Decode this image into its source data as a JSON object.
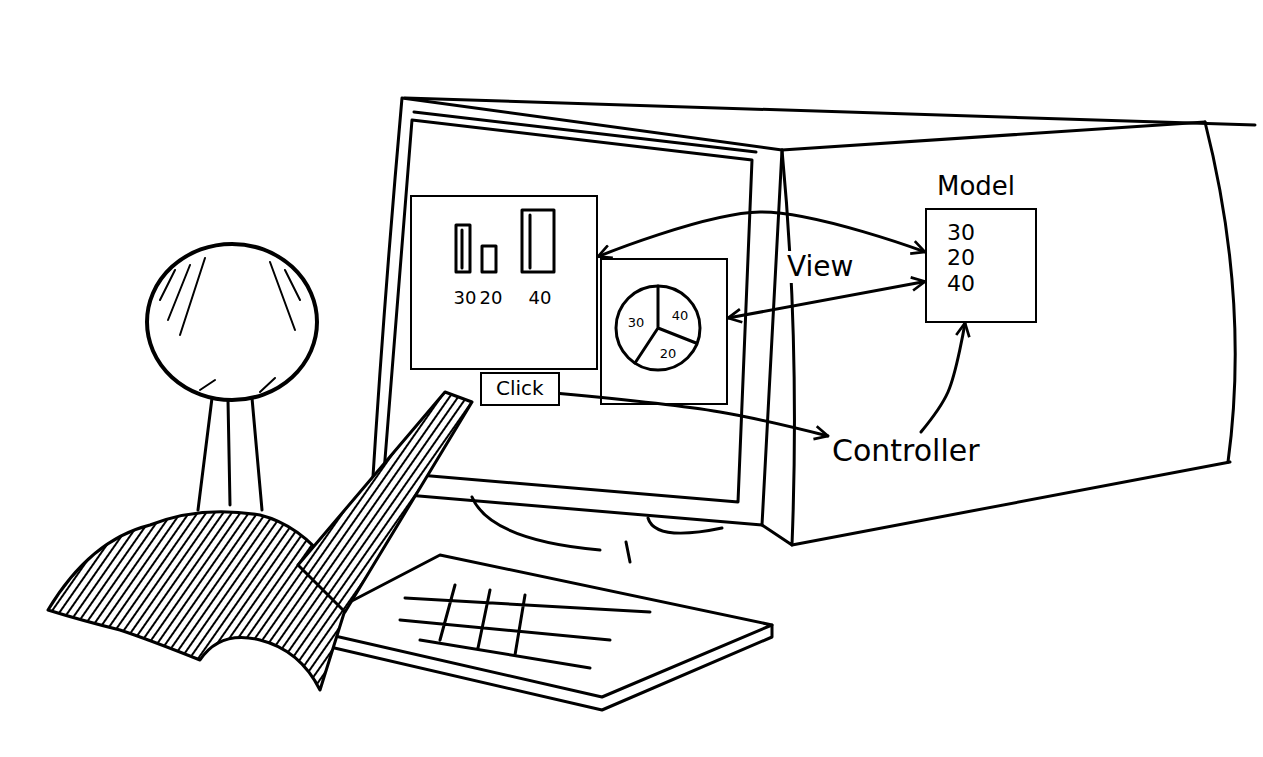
{
  "diagram": {
    "nodes": [
      {
        "text": [
          "30",
          "20",
          "40"
        ]
      },
      {
        "text": [
          "40",
          "20",
          "30"
        ]
      },
      {
        "text": [
          "Click"
        ]
      },
      {
        "text": [
          "Model",
          "30 20 40"
        ]
      },
      {
        "text": [
          "Controller"
        ]
      }
    ],
    "edges": [
      {
        "from": 0,
        "to": 3,
        "arrow": "both",
        "label": "View"
      },
      {
        "from": 1,
        "to": 3,
        "arrow": "both"
      },
      {
        "from": 2,
        "to": 4,
        "arrow": "to"
      },
      {
        "from": 4,
        "to": 3,
        "arrow": "to"
      }
    ]
  }
}
